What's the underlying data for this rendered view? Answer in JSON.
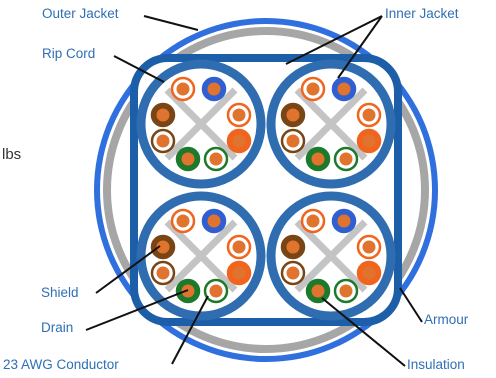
{
  "side_text": "lbs",
  "labels": {
    "outer_jacket": "Outer Jacket",
    "inner_jacket": "Inner Jacket",
    "rip_cord": "Rip Cord",
    "shield": "Shield",
    "drain": "Drain",
    "conductor": "23 AWG Conductor",
    "armour": "Armour",
    "insulation": "Insulation"
  },
  "colors": {
    "outer_jacket": "#2f6fde",
    "armour": "#a6a6a6",
    "inner_jacket": "#1c5ea8",
    "shield": "#2f6db0",
    "conductor": "#e0742f",
    "label_text": "#2f6fb4",
    "pair_blue": "#2f5fd0",
    "pair_orange": "#f0641e",
    "pair_green": "#1d7a2a",
    "pair_brown": "#7a4515"
  }
}
